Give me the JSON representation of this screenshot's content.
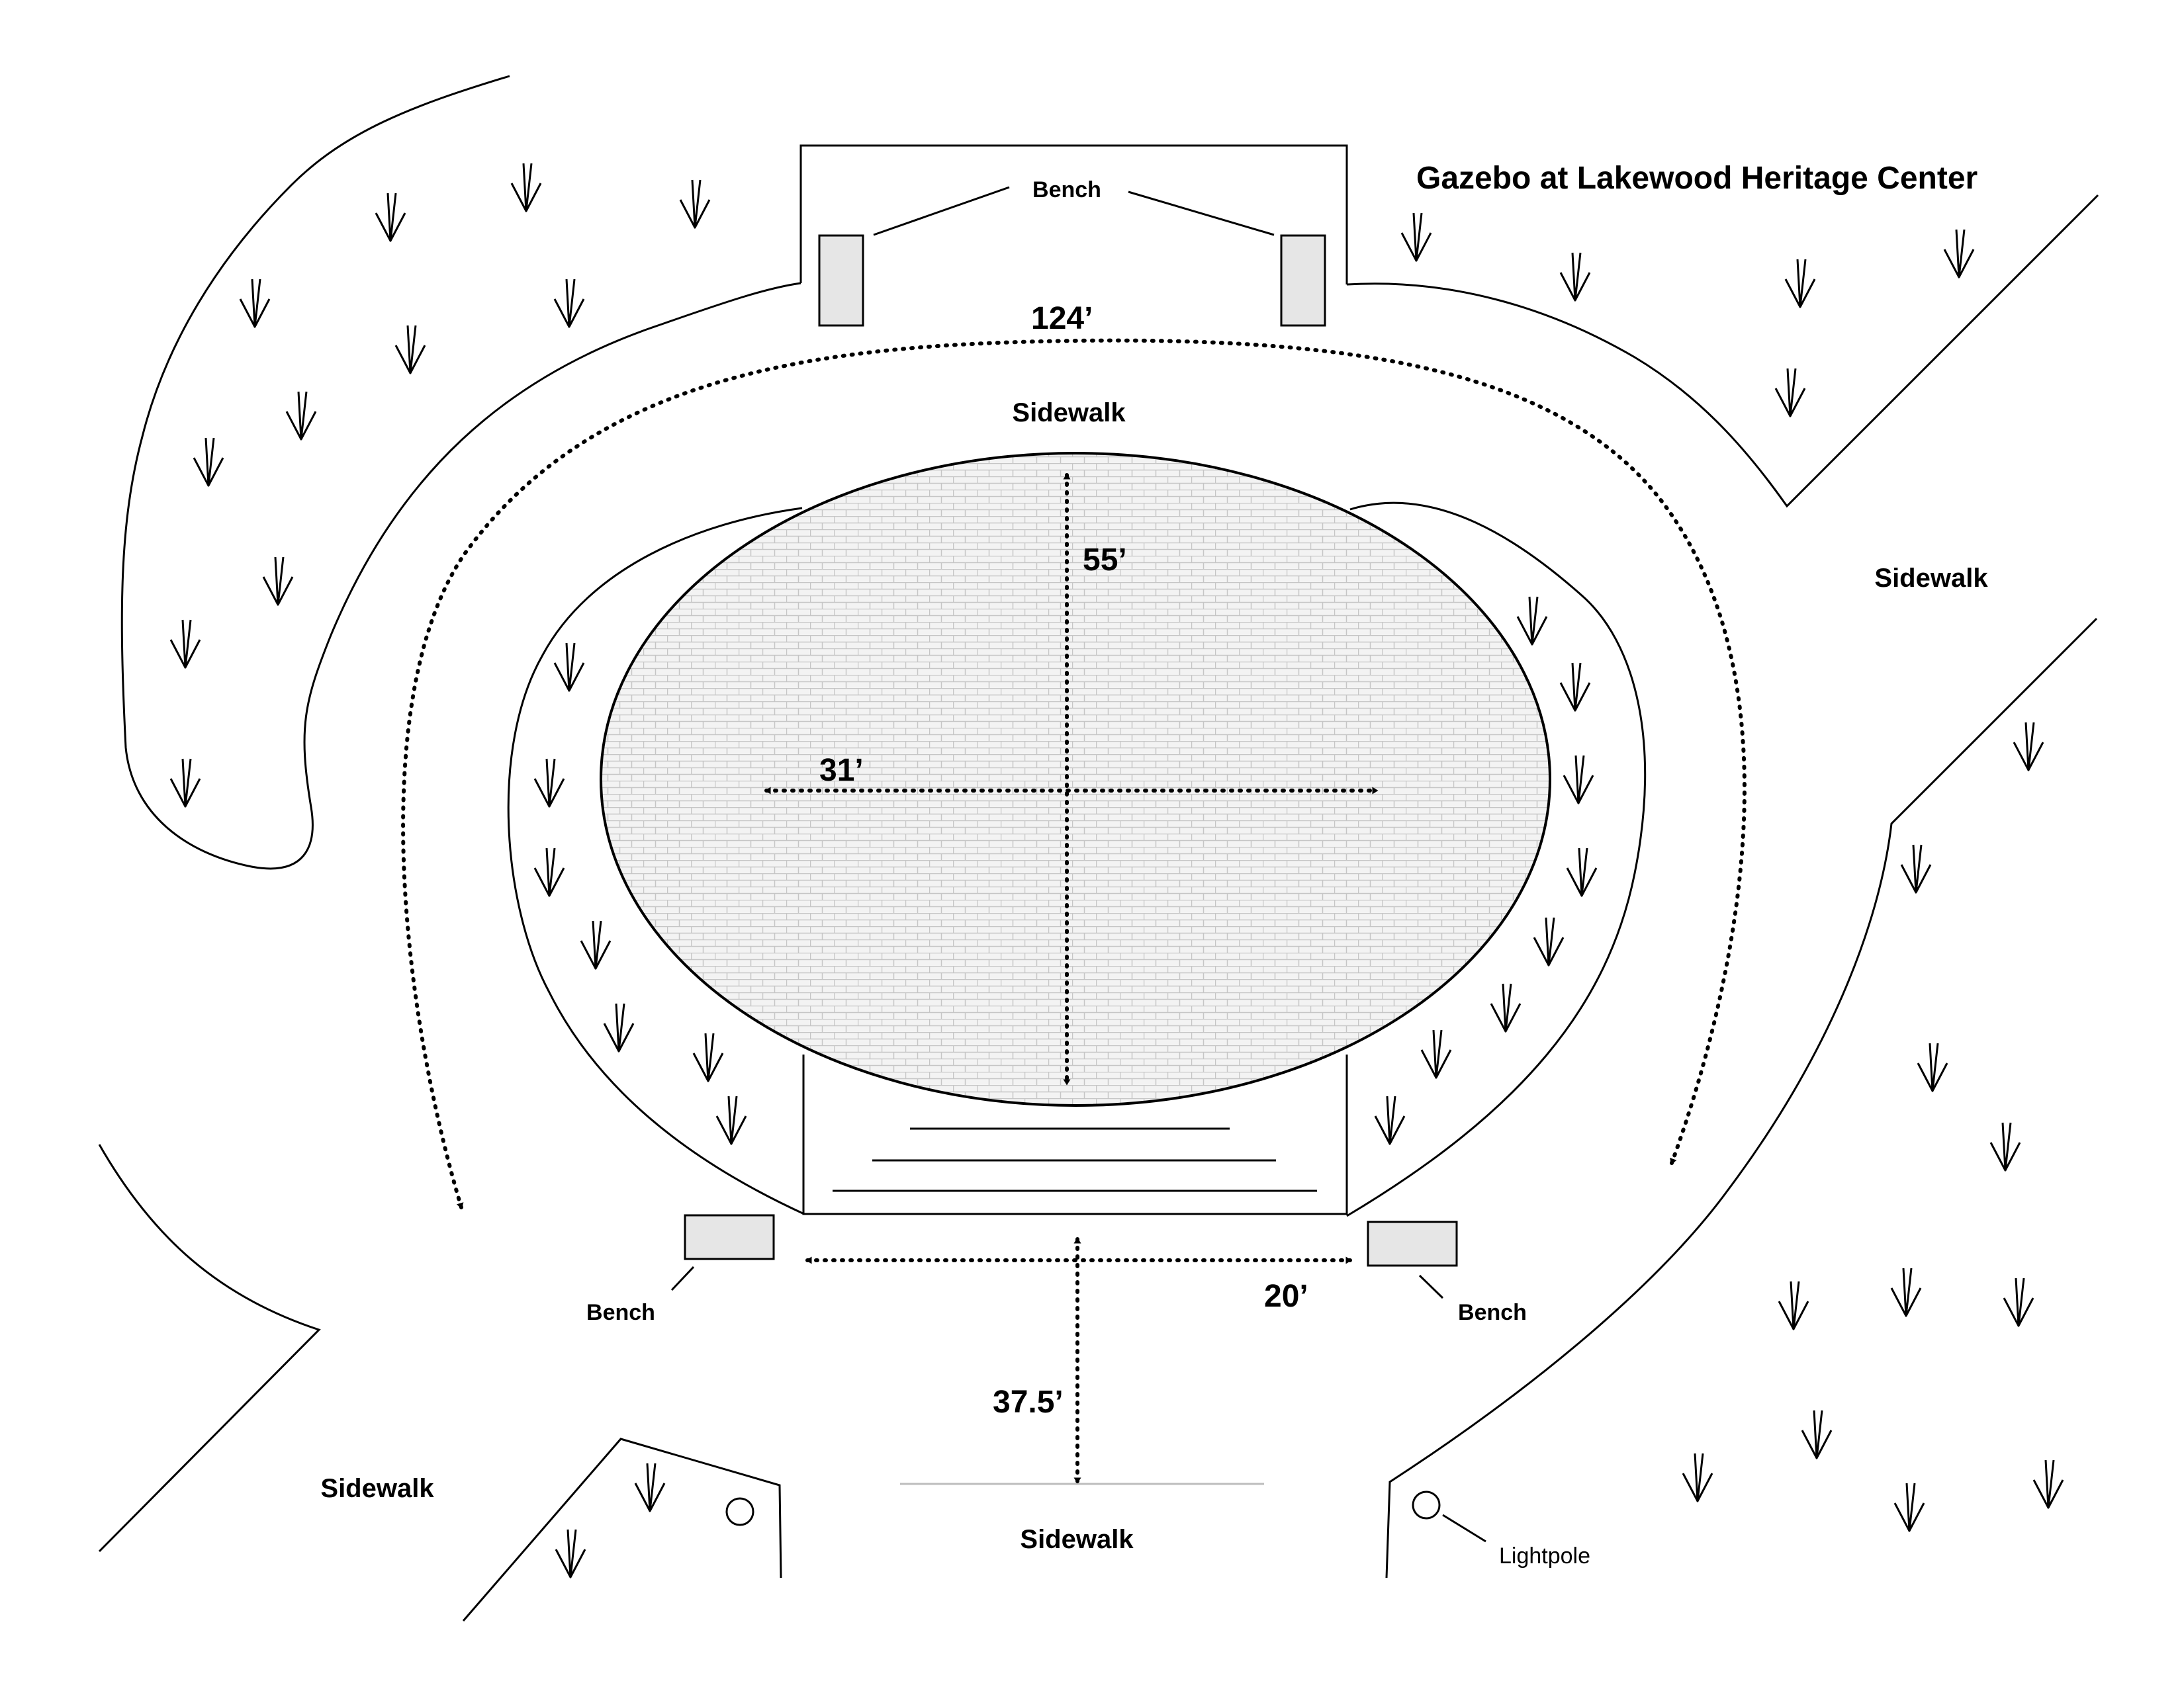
{
  "title": "Gazebo at Lakewood Heritage Center",
  "labels": {
    "sidewalk_top": "Sidewalk",
    "sidewalk_right": "Sidewalk",
    "sidewalk_left": "Sidewalk",
    "sidewalk_bottom": "Sidewalk",
    "bench_top": "Bench",
    "bench_left": "Bench",
    "bench_right": "Bench",
    "lightpole": "Lightpole"
  },
  "dimensions": {
    "path_length": "124’",
    "gazebo_length": "55’",
    "gazebo_width": "31’",
    "entry_width": "20’",
    "entry_to_sidewalk": "37.5’"
  },
  "colors": {
    "stroke": "#000000",
    "pavers_fill": "#f3f3f3",
    "pavers_lines": "#c6c6c6",
    "bench_fill": "#e6e6e6"
  },
  "icons": [
    "grass-tuft-icon",
    "lightpole-icon"
  ]
}
